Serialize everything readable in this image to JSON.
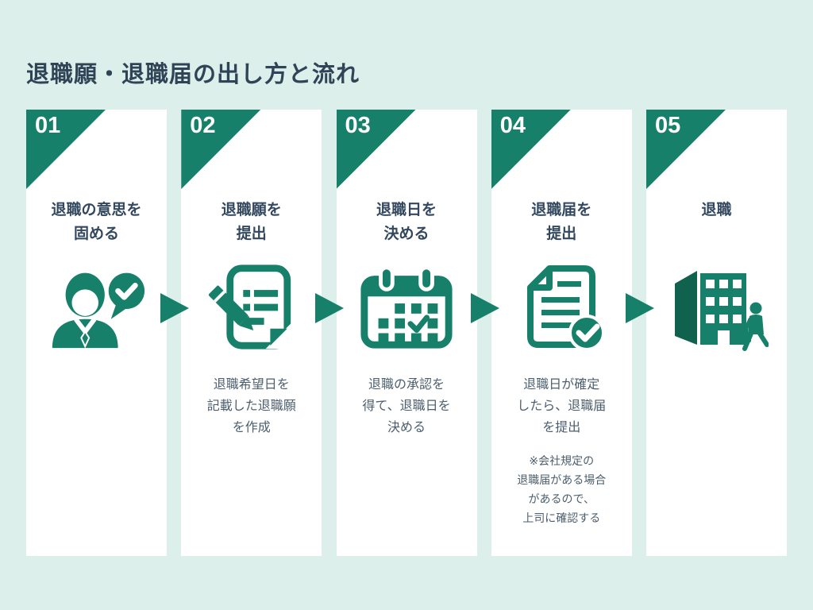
{
  "page": {
    "title": "退職願・退職届の出し方と流れ"
  },
  "colors": {
    "background": "#DDEFEB",
    "accent_green": "#17806B",
    "accent_green_dark": "#11614F",
    "card_background": "#FFFFFF",
    "heading_text": "#2F4456",
    "body_text": "#4C5E6E",
    "number_text": "#FFFFFF"
  },
  "flow": {
    "arrow_icon": "right-arrow-icon",
    "arrow_count": 4
  },
  "steps": [
    {
      "number": "01",
      "title": "退職の意思を\n固める",
      "icon": "person-check-icon",
      "description": "",
      "note": ""
    },
    {
      "number": "02",
      "title": "退職願を\n提出",
      "icon": "write-document-icon",
      "description": "退職希望日を\n記載した退職願\nを作成",
      "note": ""
    },
    {
      "number": "03",
      "title": "退職日を\n決める",
      "icon": "calendar-check-icon",
      "description": "退職の承認を\n得て、退職日を\n決める",
      "note": ""
    },
    {
      "number": "04",
      "title": "退職届を\n提出",
      "icon": "document-check-icon",
      "description": "退職日が確定\nしたら、退職届\nを提出",
      "note": "※会社規定の\n退職届がある場合\nがあるので、\n上司に確認する"
    },
    {
      "number": "05",
      "title": "退職",
      "icon": "building-leave-icon",
      "description": "",
      "note": ""
    }
  ]
}
